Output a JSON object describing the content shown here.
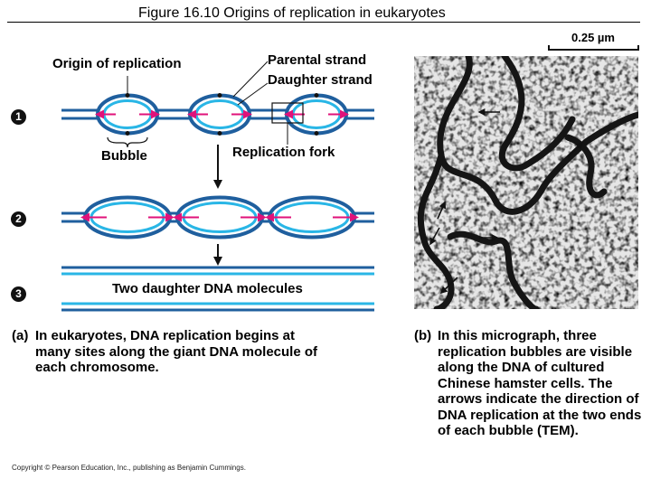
{
  "figure": {
    "title": "Figure 16.10  Origins of replication in eukaryotes"
  },
  "labels": {
    "origin": "Origin of replication",
    "parental": "Parental strand",
    "daughter": "Daughter strand",
    "bubble": "Bubble",
    "fork": "Replication fork",
    "molecules": "Two daughter DNA molecules"
  },
  "steps": [
    "1",
    "2",
    "3"
  ],
  "scale_bar": "0.25 µm",
  "captions": {
    "a_tag": "(a)",
    "a_text": "In eukaryotes, DNA replication begins at many sites along the giant DNA molecule of each chromosome.",
    "b_tag": "(b)",
    "b_text": "In this micrograph, three replication bubbles are visible along the DNA of cultured Chinese hamster cells. The arrows indicate the direction of DNA replication at the two ends of each bubble (TEM)."
  },
  "copyright": "Copyright © Pearson Education, Inc., publishing as Benjamin Cummings.",
  "colors": {
    "parental": "#1f5f9e",
    "daughter": "#29b6e6",
    "arrow": "#e0127a"
  }
}
